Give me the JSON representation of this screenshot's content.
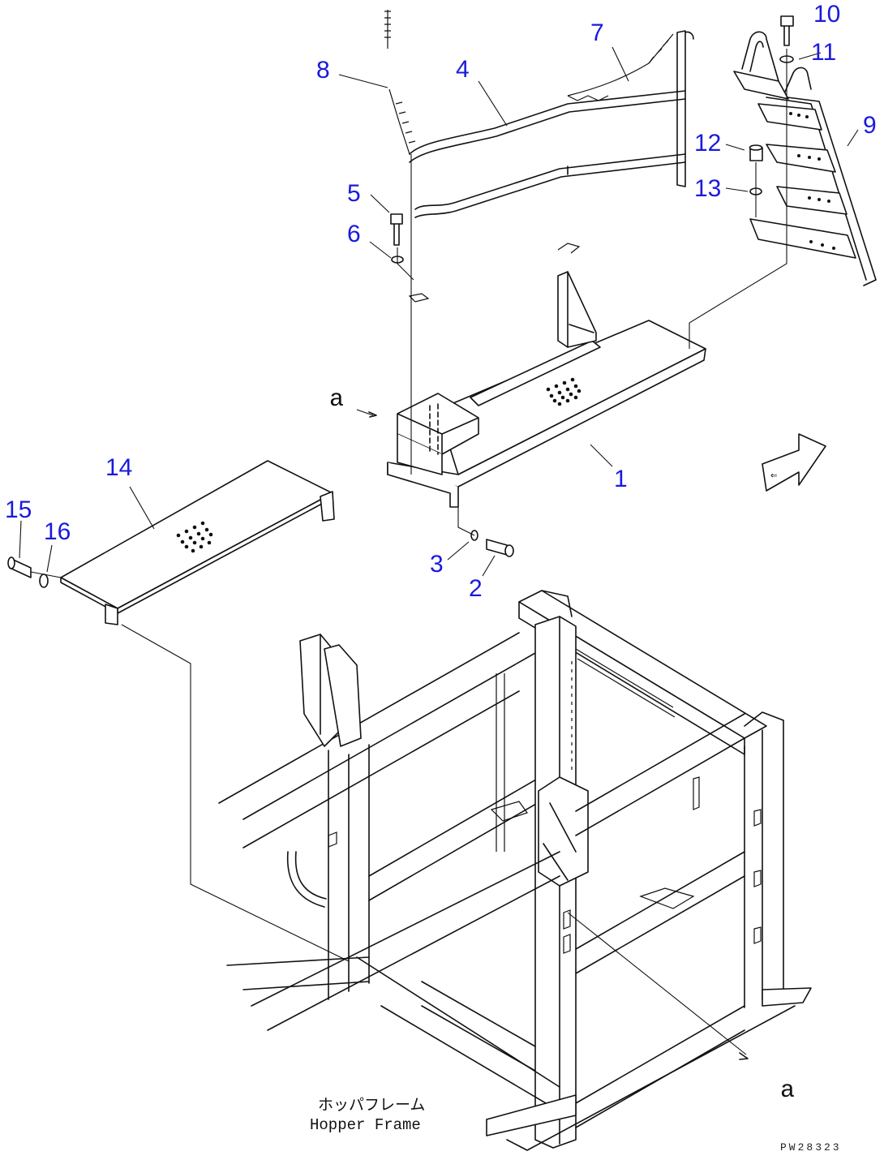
{
  "diagram": {
    "callouts": [
      {
        "id": "c1",
        "text": "1"
      },
      {
        "id": "c2",
        "text": "2"
      },
      {
        "id": "c3",
        "text": "3"
      },
      {
        "id": "c4",
        "text": "4"
      },
      {
        "id": "c5",
        "text": "5"
      },
      {
        "id": "c6",
        "text": "6"
      },
      {
        "id": "c7",
        "text": "7"
      },
      {
        "id": "c8",
        "text": "8"
      },
      {
        "id": "c9",
        "text": "9"
      },
      {
        "id": "c10",
        "text": "10"
      },
      {
        "id": "c11",
        "text": "11"
      },
      {
        "id": "c12",
        "text": "12"
      },
      {
        "id": "c13",
        "text": "13"
      },
      {
        "id": "c14",
        "text": "14"
      },
      {
        "id": "c15",
        "text": "15"
      },
      {
        "id": "c16",
        "text": "16"
      }
    ],
    "reference_mark_top": "a",
    "reference_mark_bottom": "a",
    "frame_label_jp": "ホッパフレーム",
    "frame_label_en": "Hopper Frame",
    "drawing_code": "PW28323"
  }
}
